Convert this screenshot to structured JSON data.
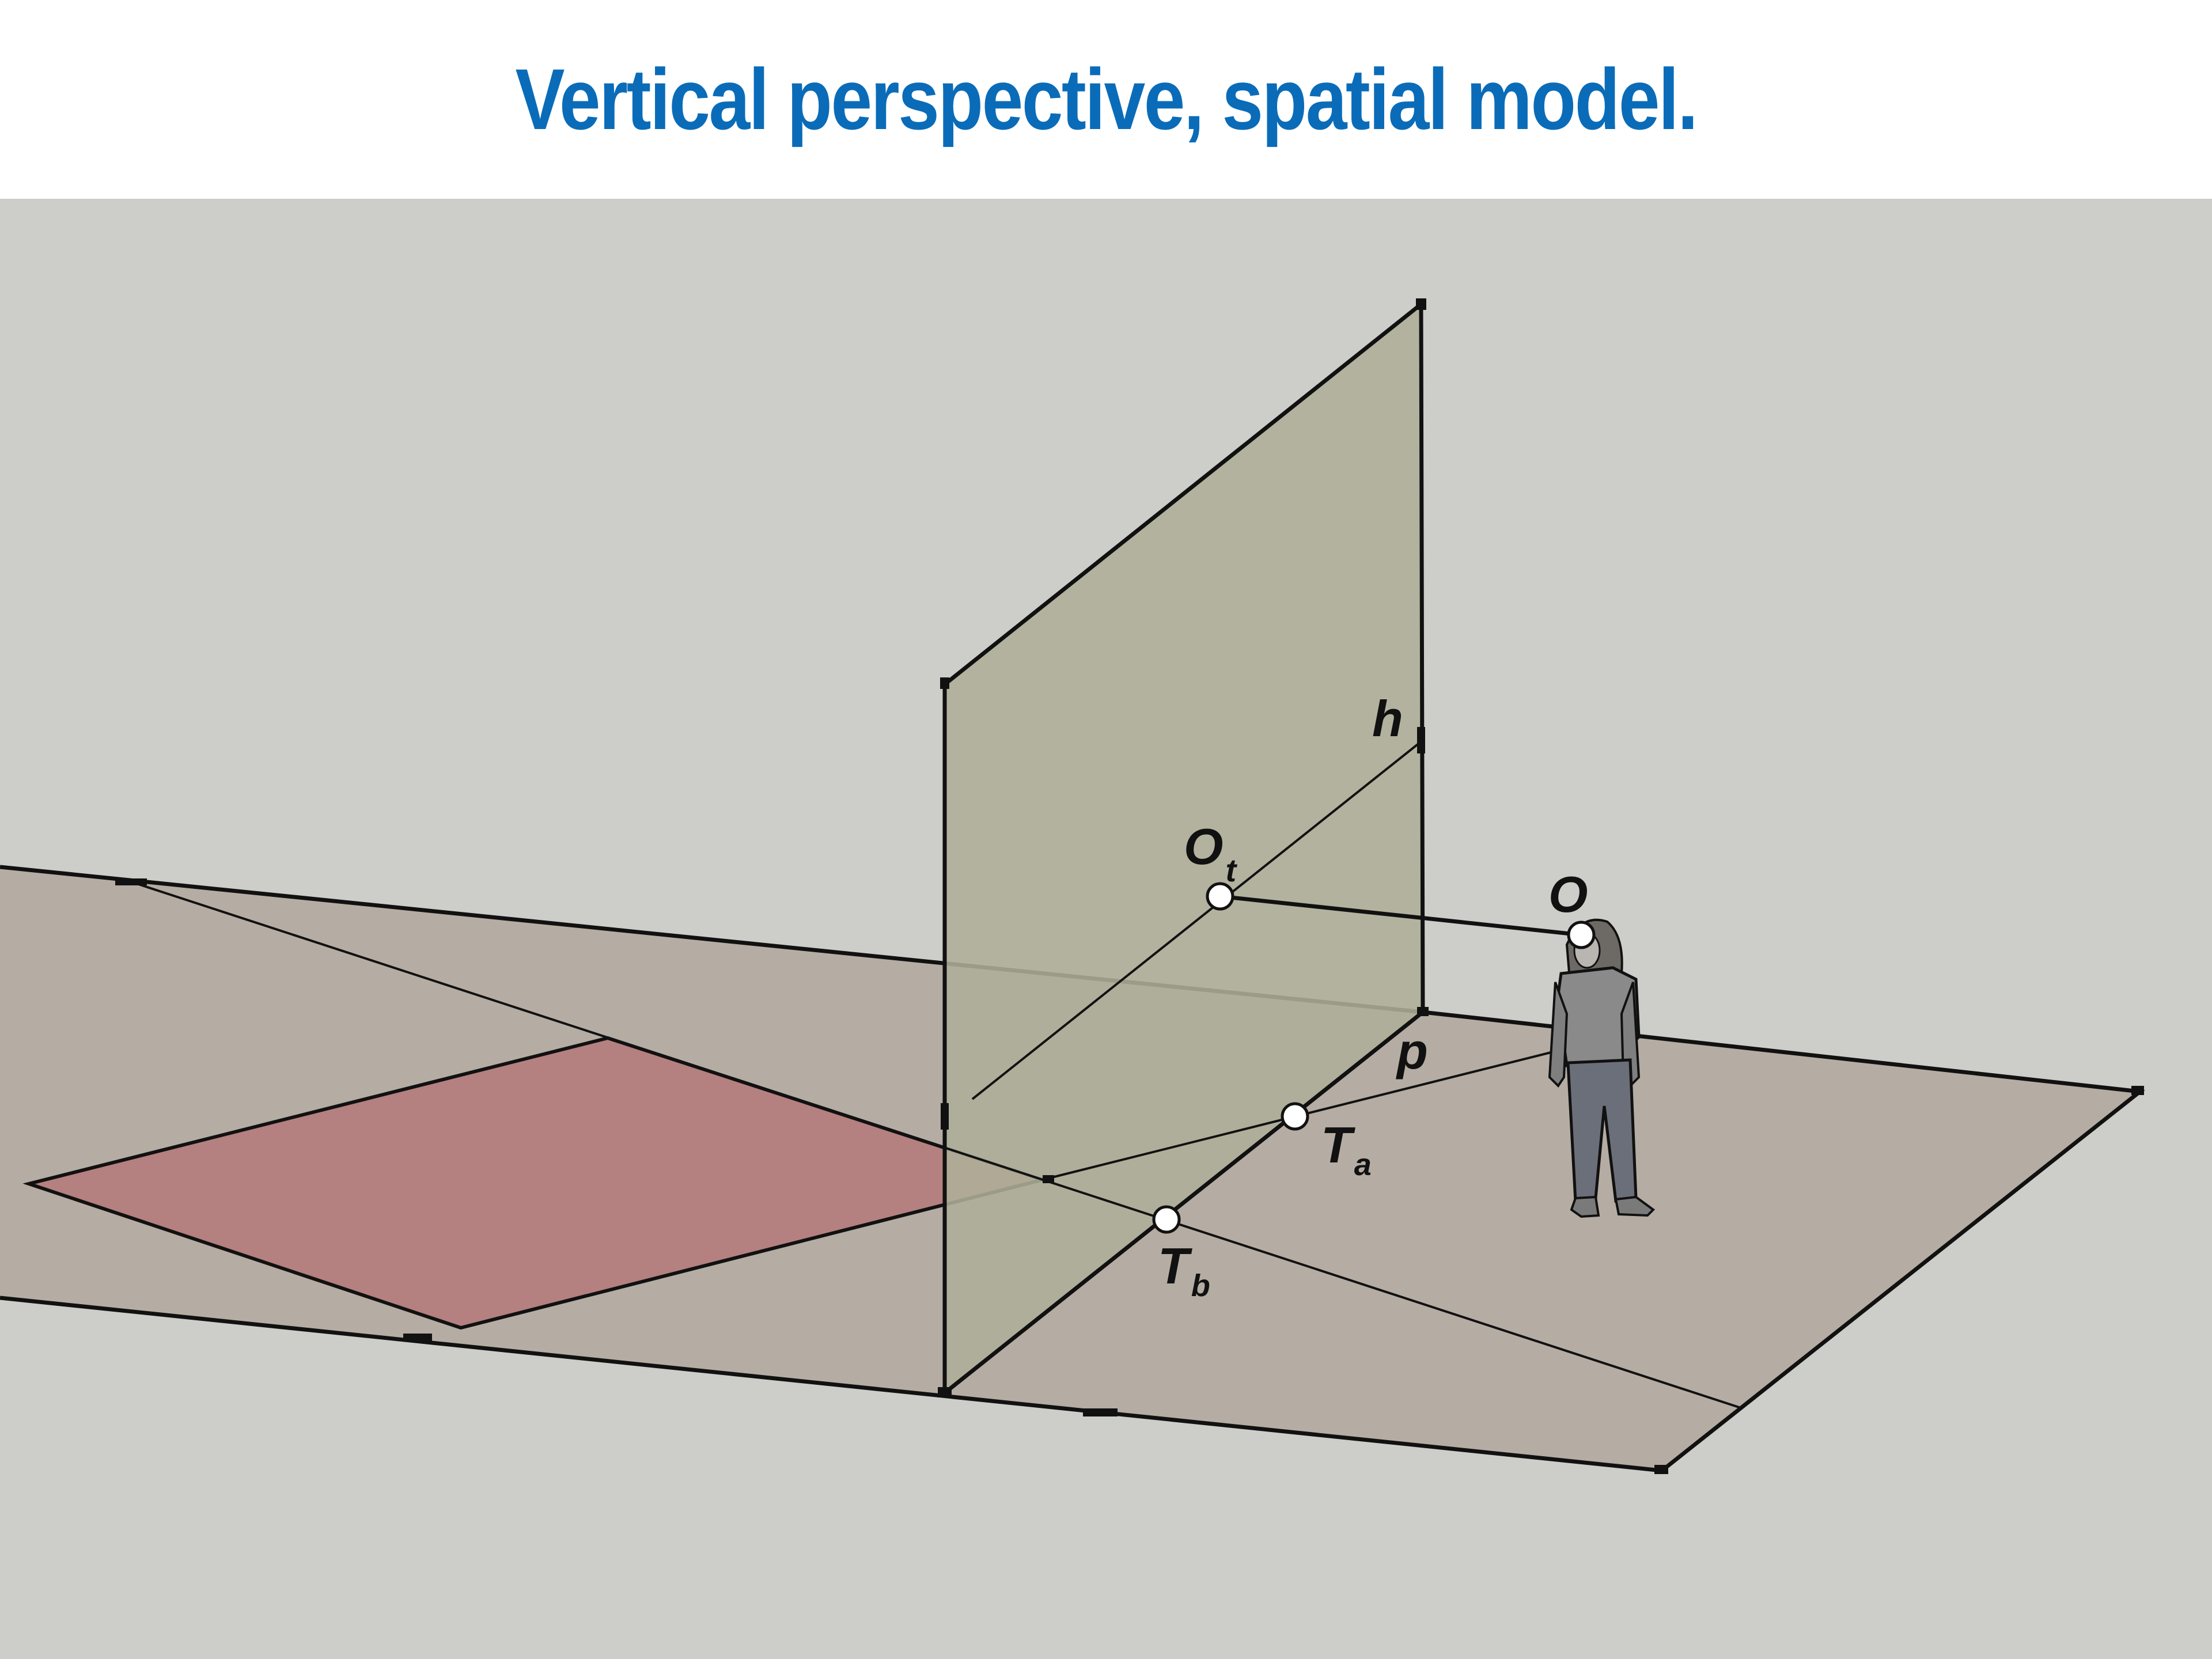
{
  "title": "Vertical perspective, spatial model.",
  "colors": {
    "title": "#0a6cb8",
    "background": "#cdcdc9",
    "ground_plane": "#b5aca3",
    "picture_plane": "#aeae98",
    "object_square": "#b58080",
    "lines": "#111111"
  },
  "labels": {
    "h": "h",
    "O_t_main": "O",
    "O_t_sub": "t",
    "O": "O",
    "p": "p",
    "T_a_main": "T",
    "T_a_sub": "a",
    "T_b_main": "T",
    "T_b_sub": "b"
  },
  "figure": {
    "description_icon": "person-figure-icon"
  }
}
